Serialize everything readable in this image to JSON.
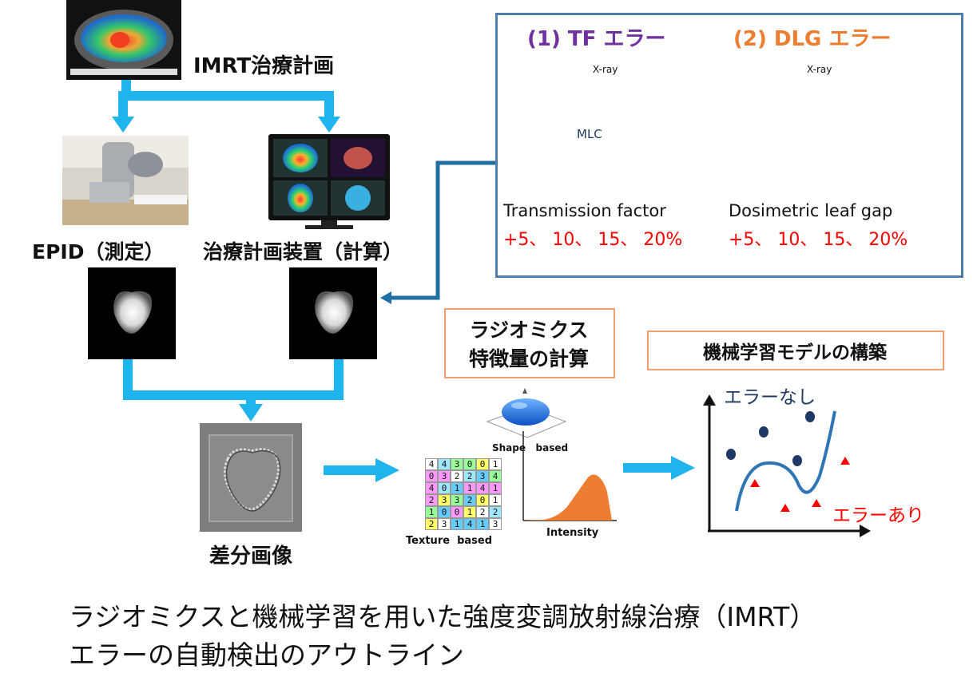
{
  "labels": {
    "plan": "IMRT治療計画",
    "epid": "EPID（測定）",
    "tps": "治療計画装置（計算）",
    "diff": "差分画像"
  },
  "errors_panel": {
    "tf": {
      "title": "(1) TF エラー",
      "xray": "X-ray",
      "mlc": "MLC",
      "name": "Transmission factor",
      "values": "+5、 10、 15、 20%"
    },
    "dlg": {
      "title": "(2) DLG エラー",
      "xray": "X-ray",
      "name": "Dosimetric leaf gap",
      "values": "+5、 10、 15、 20%"
    }
  },
  "radiomics": {
    "box_line1": "ラジオミクス",
    "box_line2": "特徴量の計算",
    "shape": "Shape   based",
    "texture": "Texture  based",
    "intensity": "Intensity",
    "glcm": [
      [
        "4",
        "4",
        "3",
        "0",
        "0",
        "1"
      ],
      [
        "0",
        "3",
        "2",
        "2",
        "3",
        "4"
      ],
      [
        "4",
        "0",
        "1",
        "1",
        "4",
        "1"
      ],
      [
        "2",
        "3",
        "3",
        "2",
        "0",
        "1"
      ],
      [
        "1",
        "0",
        "0",
        "1",
        "2",
        "2"
      ],
      [
        "2",
        "3",
        "1",
        "4",
        "1",
        "3"
      ]
    ]
  },
  "ml": {
    "box": "機械学習モデルの構築",
    "no_error": "エラーなし",
    "with_error": "エラーあり"
  },
  "caption": {
    "line1": "ラジオミクスと機械学習を用いた強度変調放射線治療（IMRT）",
    "line2": "エラーの自動検出のアウトライン"
  },
  "colors": {
    "arrow_cyan": "#1fb5ec",
    "connector_blue": "#1f6ea6",
    "purple": "#7030a0",
    "orange": "#ed7d31",
    "red": "#ff0000",
    "navy": "#1f3864"
  }
}
